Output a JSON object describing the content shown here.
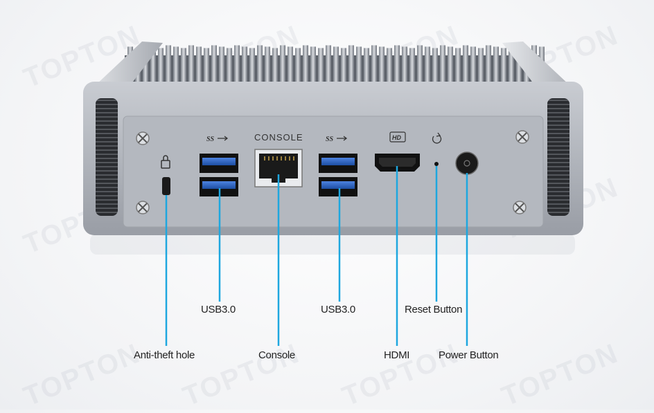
{
  "watermark": "TOPTON",
  "panel": {
    "console_print": "CONSOLE",
    "usb_logo": "SS",
    "hdmi_logo": "HD"
  },
  "callouts": [
    {
      "id": "antitheft",
      "label": "Anti-theft hole"
    },
    {
      "id": "usb-left",
      "label": "USB3.0"
    },
    {
      "id": "console",
      "label": "Console"
    },
    {
      "id": "usb-right",
      "label": "USB3.0"
    },
    {
      "id": "hdmi",
      "label": "HDMI"
    },
    {
      "id": "reset",
      "label": "Reset Button"
    },
    {
      "id": "power",
      "label": "Power Button"
    }
  ],
  "colors": {
    "callout_line": "#1ea7df",
    "panel": "#a9adb5",
    "usb_blue": "#2f66c8"
  }
}
